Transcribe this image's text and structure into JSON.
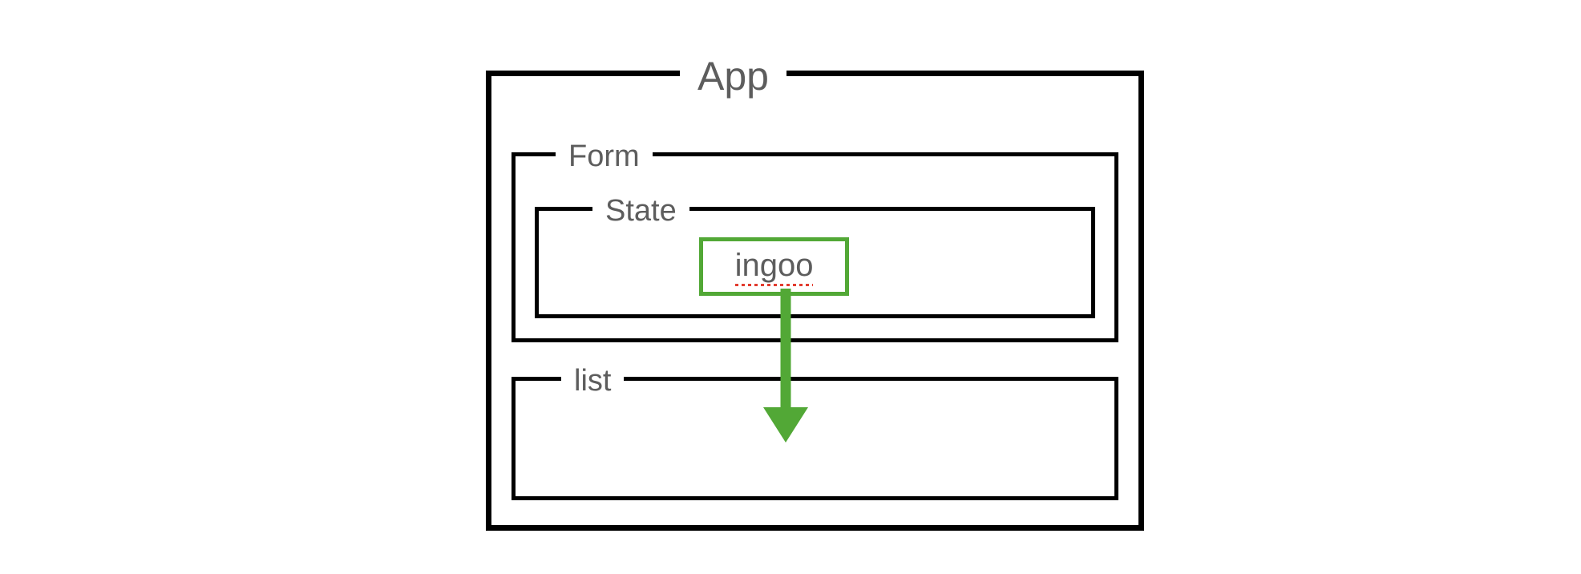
{
  "diagram": {
    "type": "nested-component-tree",
    "title": "App",
    "background_color": "#ffffff",
    "border_color": "#000000",
    "label_color": "#5d5d5d",
    "accent_color": "#52a836",
    "spellcheck_color": "#e23b2e",
    "boxes": {
      "app": {
        "label": "App"
      },
      "form": {
        "label": "Form"
      },
      "state": {
        "label": "State"
      },
      "list": {
        "label": "list"
      }
    },
    "input": {
      "value": "ingoo",
      "placeholder": "",
      "border_color": "#52a836",
      "spellcheck_flagged": true
    },
    "arrow": {
      "name": "state-to-list-flow-arrow",
      "color": "#52a836",
      "from": "State input",
      "to": "list"
    }
  }
}
